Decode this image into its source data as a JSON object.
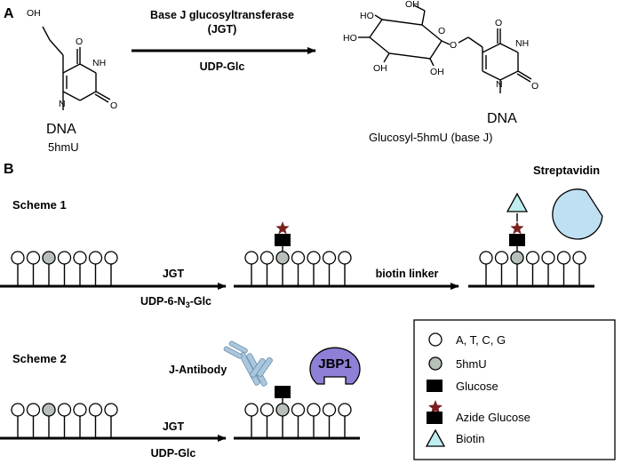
{
  "panel_a": {
    "label": "A",
    "enzyme_name": "Base J glucosyltransferase",
    "enzyme_abbrev": "(JGT)",
    "cofactor": "UDP-Glc",
    "left": {
      "dna": "DNA",
      "name": "5hmU"
    },
    "right": {
      "dna": "DNA",
      "name": "Glucosyl-5hmU (base J)"
    },
    "atoms": {
      "oh": "OH",
      "ho": "HO",
      "o": "O",
      "nh": "NH",
      "n": "N"
    }
  },
  "panel_b": {
    "label": "B",
    "scheme1": {
      "title": "Scheme 1",
      "step1_top": "JGT",
      "step1_bottom_prefix": "UDP-6-N",
      "step1_bottom_sub": "3",
      "step1_bottom_suffix": "-Glc",
      "step2_top": "biotin linker",
      "protein": "Streptavidin"
    },
    "scheme2": {
      "title": "Scheme 2",
      "step_top": "JGT",
      "step_bottom": "UDP-Glc",
      "antibody": "J-Antibody",
      "protein": "JBP1"
    },
    "legend": [
      {
        "symbol": "circle-white",
        "label": "A, T, C, G"
      },
      {
        "symbol": "circle-gray",
        "label": "5hmU"
      },
      {
        "symbol": "square-black",
        "label": "Glucose"
      },
      {
        "symbol": "azide-glucose",
        "label": "Azide Glucose"
      },
      {
        "symbol": "triangle-cyan",
        "label": "Biotin"
      }
    ]
  },
  "colors": {
    "hmu_gray": "#b7bfb9",
    "azide_star": "#7a1f1f",
    "biotin_cyan": "#bfeef0",
    "jbp1_purple": "#8f7fd6",
    "antibody_blue": "#a9c7de",
    "streptavidin_blue": "#bfe0f2"
  }
}
